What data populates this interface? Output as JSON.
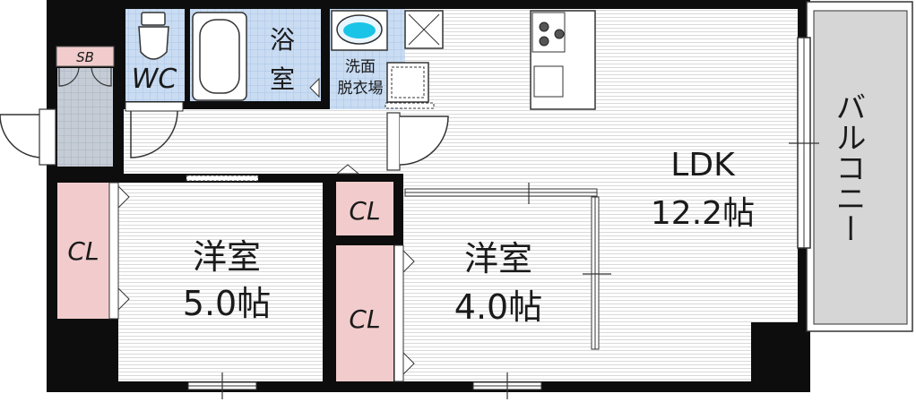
{
  "rooms": {
    "ldk": {
      "name": "LDK",
      "size": "12.2帖"
    },
    "western_a": {
      "name": "洋室",
      "size": "5.0帖"
    },
    "western_b": {
      "name": "洋室",
      "size": "4.0帖"
    },
    "bath": {
      "name_1": "浴",
      "name_2": "室"
    },
    "washroom": {
      "name_1": "洗面",
      "name_2": "脱衣場"
    },
    "wc": {
      "name": "WC"
    },
    "shoebox": {
      "name": "SB"
    },
    "closet_left": {
      "name": "CL"
    },
    "closet_upper": {
      "name": "CL"
    },
    "closet_lower": {
      "name": "CL"
    },
    "balcony": {
      "name": "バルコニー"
    }
  },
  "colors": {
    "wall": "#0d0d0d",
    "closet_fill": "#f2cccc",
    "wet_area_fill": "#c9dcf2",
    "floor_stripe": "#d9d9d9",
    "balcony_fill": "#d6d6d6"
  }
}
